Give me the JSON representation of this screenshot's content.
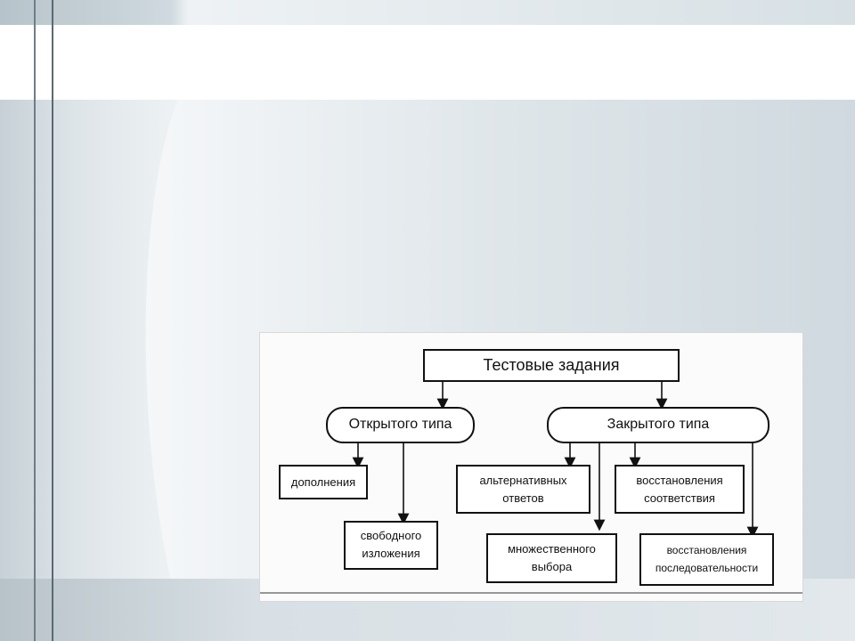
{
  "diagram": {
    "root": "Тестовые задания",
    "open": {
      "label": "Открытого типа",
      "children": [
        "дополнения",
        "свободного\nизложения"
      ]
    },
    "closed": {
      "label": "Закрытого типа",
      "children": [
        "альтернативных\nответов",
        "восстановления\nсоответствия",
        "множественного\nвыбора",
        "восстановления\nпоследовательности"
      ]
    }
  }
}
